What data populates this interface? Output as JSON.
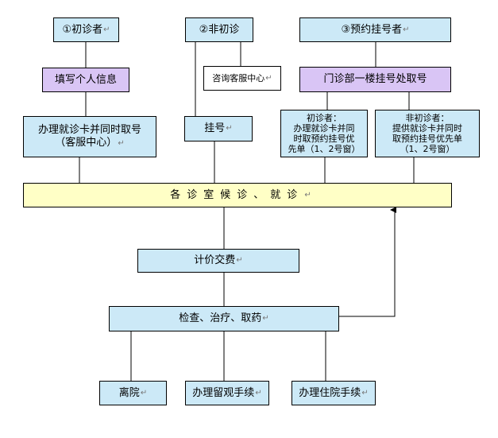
{
  "nodes": {
    "first_visit": "①初诊者",
    "non_first_visit": "②非初诊",
    "appointment": "③预约挂号者",
    "fill_info": "填写个人信息",
    "consult_service": "咨询客服中心",
    "floor_one_registration": "门诊部一楼挂号处取号",
    "get_card_line1": "办理就诊卡并同时取号",
    "get_card_line2": "（客服中心）",
    "register": "挂号",
    "appt_first_line1": "初诊者：",
    "appt_first_line2": "办理就诊卡并同",
    "appt_first_line3": "时取预约挂号优",
    "appt_first_line4": "先单（1、2号窗）",
    "appt_nonfirst_line1": "非初诊者：",
    "appt_nonfirst_line2": "提供就诊卡并同时",
    "appt_nonfirst_line3": "取预约挂号优先单",
    "appt_nonfirst_line4": "（1、2号窗）",
    "wait_visit": "各诊室候诊、就诊",
    "pay": "计价交费",
    "exam": "检查、治疗、取药",
    "discharge": "离院",
    "observation": "办理留观手续",
    "hospitalization": "办理住院手续"
  },
  "return_mark": "↵",
  "colors": {
    "blue": "#cce9f7",
    "purple": "#d9c5f5",
    "yellow": "#ffffc6"
  }
}
